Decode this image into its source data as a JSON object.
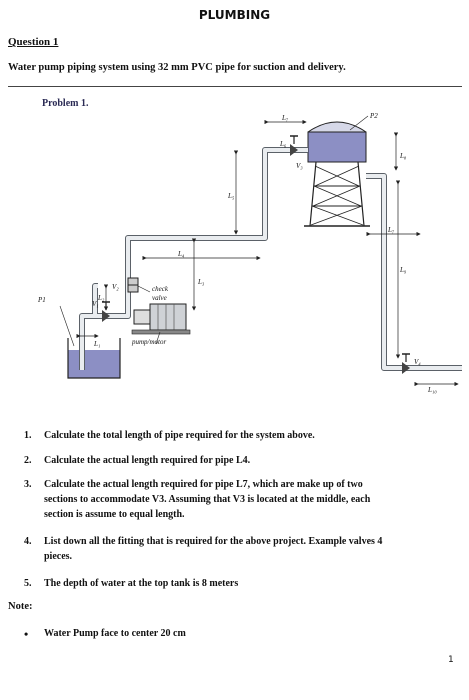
{
  "header": {
    "title": "PLUMBING"
  },
  "question": {
    "heading": "Question 1",
    "description": "Water pump piping system using 32 mm PVC pipe for suction and delivery."
  },
  "figure": {
    "problem_label": "Problem 1.",
    "labels": {
      "L1": "L₁",
      "L2": "L₂",
      "L3": "L₃",
      "L4": "L₄",
      "L5": "L₅",
      "L6": "L₆",
      "L7": "L₇",
      "L8": "L₈",
      "L9": "L₉",
      "L10": "L₁₀",
      "V1": "V₁",
      "V2": "V₂",
      "V3": "V₃",
      "V4": "V₄",
      "P1": "P1",
      "P2": "P2",
      "check_valve": [
        "check",
        "valve"
      ],
      "pump_motor": "pump/motor"
    },
    "colors": {
      "water": "#8c8fc4",
      "pipe": "#e9ecef",
      "pipe_edge": "#5b6168"
    }
  },
  "questions": [
    {
      "num": "1.",
      "lines": [
        "Calculate the total length of pipe required for the system above."
      ]
    },
    {
      "num": "2.",
      "lines": [
        "Calculate the actual length required for pipe L4."
      ]
    },
    {
      "num": "3.",
      "lines": [
        "Calculate the actual length required for pipe L7, which are make up of two",
        "sections to accommodate V3. Assuming that V3 is located at the middle, each",
        "section is assume to equal length."
      ]
    },
    {
      "num": "4.",
      "lines": [
        "List down all the fitting that is required for the above project. Example valves 4",
        "pieces."
      ]
    },
    {
      "num": "5.",
      "lines": [
        "The depth of water at the top tank is 8 meters"
      ]
    }
  ],
  "note": {
    "label": "Note:",
    "items": [
      "Water Pump face to center 20 cm"
    ]
  },
  "page_number": "1"
}
